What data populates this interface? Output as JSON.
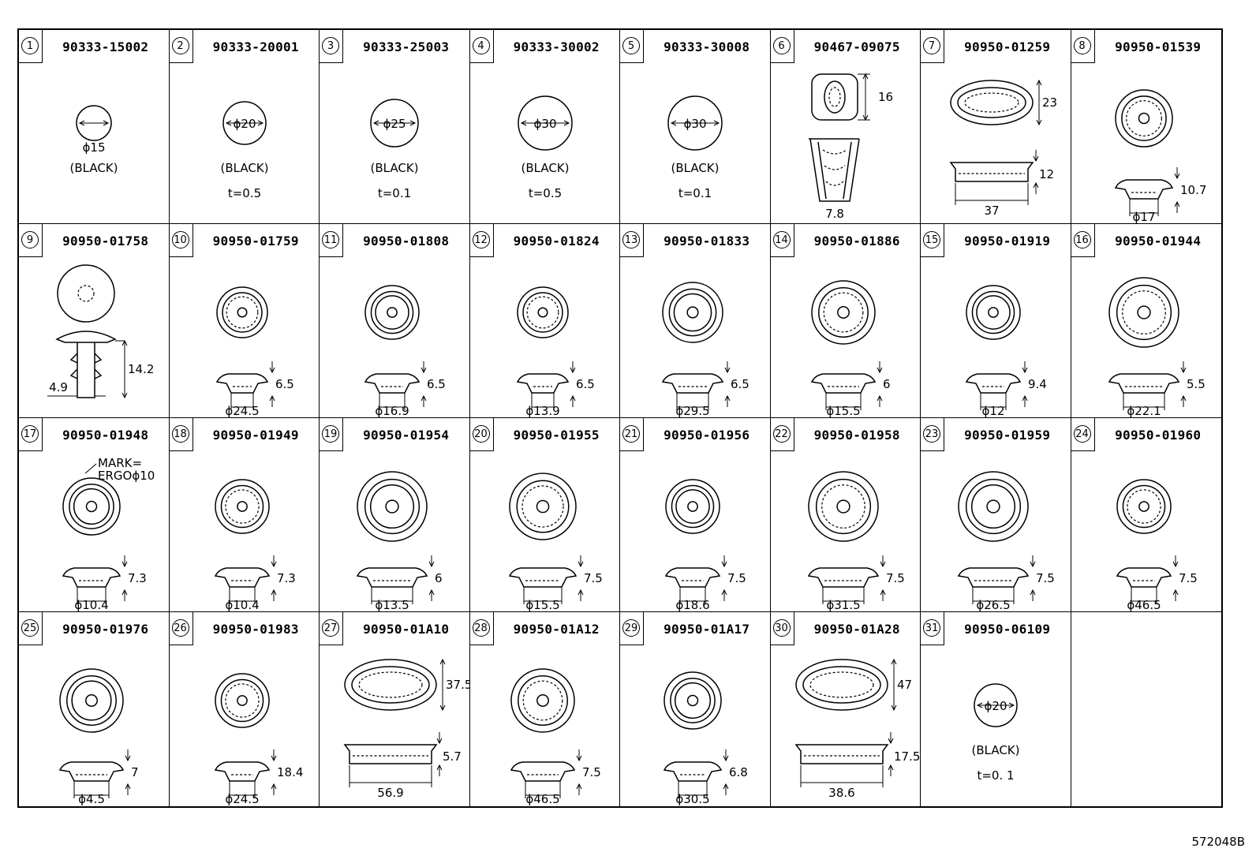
{
  "footer_code": "572048B",
  "parts": [
    {
      "no": "1",
      "pn": "90333-15002",
      "type": "disc",
      "dims": [
        "ϕ15"
      ],
      "notes": [
        "(BLACK)"
      ]
    },
    {
      "no": "2",
      "pn": "90333-20001",
      "type": "disc",
      "dims": [
        "ϕ20"
      ],
      "notes": [
        "(BLACK)",
        "t=0.5"
      ]
    },
    {
      "no": "3",
      "pn": "90333-25003",
      "type": "disc",
      "dims": [
        "ϕ25"
      ],
      "notes": [
        "(BLACK)",
        "t=0.1"
      ]
    },
    {
      "no": "4",
      "pn": "90333-30002",
      "type": "disc",
      "dims": [
        "ϕ30"
      ],
      "notes": [
        "(BLACK)",
        "t=0.5"
      ]
    },
    {
      "no": "5",
      "pn": "90333-30008",
      "type": "disc",
      "dims": [
        "ϕ30"
      ],
      "notes": [
        "(BLACK)",
        "t=0.1"
      ]
    },
    {
      "no": "6",
      "pn": "90467-09075",
      "type": "clip",
      "dims": [
        "16",
        "7.8"
      ],
      "notes": []
    },
    {
      "no": "7",
      "pn": "90950-01259",
      "type": "oval",
      "dims": [
        "23",
        "12",
        "37"
      ],
      "notes": []
    },
    {
      "no": "8",
      "pn": "90950-01539",
      "type": "grommet",
      "dims": [
        "10.7",
        "ϕ17"
      ],
      "notes": []
    },
    {
      "no": "9",
      "pn": "90950-01758",
      "type": "rivet",
      "dims": [
        "14.2",
        "4.9"
      ],
      "notes": []
    },
    {
      "no": "10",
      "pn": "90950-01759",
      "type": "grommet",
      "dims": [
        "6.5",
        "ϕ24.5"
      ],
      "notes": []
    },
    {
      "no": "11",
      "pn": "90950-01808",
      "type": "grommet",
      "dims": [
        "6.5",
        "ϕ16.9"
      ],
      "notes": []
    },
    {
      "no": "12",
      "pn": "90950-01824",
      "type": "grommet",
      "dims": [
        "6.5",
        "ϕ13.9"
      ],
      "notes": []
    },
    {
      "no": "13",
      "pn": "90950-01833",
      "type": "grommet",
      "dims": [
        "6.5",
        "ϕ29.5"
      ],
      "notes": []
    },
    {
      "no": "14",
      "pn": "90950-01886",
      "type": "grommet",
      "dims": [
        "6",
        "ϕ15.5"
      ],
      "notes": []
    },
    {
      "no": "15",
      "pn": "90950-01919",
      "type": "grommet",
      "dims": [
        "9.4",
        "ϕ12"
      ],
      "notes": []
    },
    {
      "no": "16",
      "pn": "90950-01944",
      "type": "grommet",
      "dims": [
        "5.5",
        "ϕ22.1"
      ],
      "notes": []
    },
    {
      "no": "17",
      "pn": "90950-01948",
      "type": "grommet",
      "dims": [
        "7.3",
        "ϕ10.4"
      ],
      "notes": [
        "MARK=",
        "ERGOϕ10"
      ]
    },
    {
      "no": "18",
      "pn": "90950-01949",
      "type": "grommet",
      "dims": [
        "7.3",
        "ϕ10.4"
      ],
      "notes": []
    },
    {
      "no": "19",
      "pn": "90950-01954",
      "type": "grommet",
      "dims": [
        "6",
        "ϕ13.5"
      ],
      "notes": []
    },
    {
      "no": "20",
      "pn": "90950-01955",
      "type": "grommet",
      "dims": [
        "7.5",
        "ϕ15.5"
      ],
      "notes": []
    },
    {
      "no": "21",
      "pn": "90950-01956",
      "type": "grommet",
      "dims": [
        "7.5",
        "ϕ18.6"
      ],
      "notes": []
    },
    {
      "no": "22",
      "pn": "90950-01958",
      "type": "grommet",
      "dims": [
        "7.5",
        "ϕ31.5"
      ],
      "notes": []
    },
    {
      "no": "23",
      "pn": "90950-01959",
      "type": "grommet",
      "dims": [
        "7.5",
        "ϕ26.5"
      ],
      "notes": []
    },
    {
      "no": "24",
      "pn": "90950-01960",
      "type": "grommet",
      "dims": [
        "7.5",
        "ϕ46.5"
      ],
      "notes": []
    },
    {
      "no": "25",
      "pn": "90950-01976",
      "type": "grommet",
      "dims": [
        "7",
        "ϕ4.5"
      ],
      "notes": []
    },
    {
      "no": "26",
      "pn": "90950-01983",
      "type": "grommet",
      "dims": [
        "18.4",
        "ϕ24.5"
      ],
      "notes": []
    },
    {
      "no": "27",
      "pn": "90950-01A10",
      "type": "oval",
      "dims": [
        "37.5",
        "5.7",
        "56.9"
      ],
      "notes": []
    },
    {
      "no": "28",
      "pn": "90950-01A12",
      "type": "grommet",
      "dims": [
        "7.5",
        "ϕ46.5"
      ],
      "notes": []
    },
    {
      "no": "29",
      "pn": "90950-01A17",
      "type": "grommet",
      "dims": [
        "6.8",
        "ϕ30.5"
      ],
      "notes": []
    },
    {
      "no": "30",
      "pn": "90950-01A28",
      "type": "oval",
      "dims": [
        "47",
        "17.5",
        "38.6"
      ],
      "notes": []
    },
    {
      "no": "31",
      "pn": "90950-06109",
      "type": "disc",
      "dims": [
        "ϕ20"
      ],
      "notes": [
        "(BLACK)",
        "t=0. 1"
      ]
    }
  ]
}
